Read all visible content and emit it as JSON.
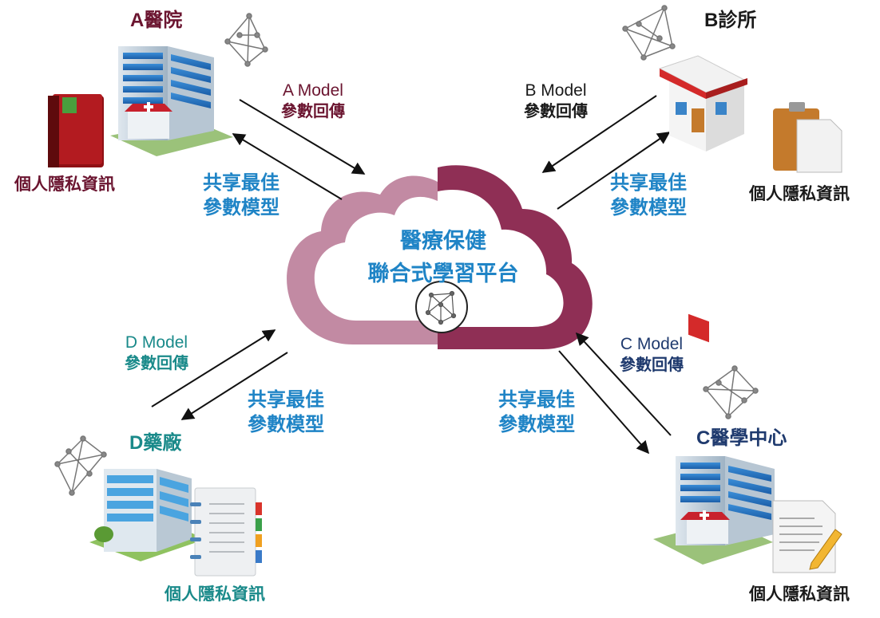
{
  "platform": {
    "line1": "醫療保健",
    "line2": "聯合式學習平台"
  },
  "sites": {
    "a": {
      "name": "A醫院",
      "privacy": "個人隱私資訊",
      "model_l1": "A Model",
      "model_l2": "參數回傳",
      "color": "#6b1530"
    },
    "b": {
      "name": "B診所",
      "privacy": "個人隱私資訊",
      "model_l1": "B Model",
      "model_l2": "參數回傳",
      "color": "#1a1a1a"
    },
    "c": {
      "name": "C醫學中心",
      "privacy": "個人隱私資訊",
      "model_l1": "C Model",
      "model_l2": "參數回傳",
      "color": "#1f3a6e"
    },
    "d": {
      "name": "D藥廠",
      "privacy": "個人隱私資訊",
      "model_l1": "D Model",
      "model_l2": "參數回傳",
      "color": "#1a8a8a"
    }
  },
  "shared": {
    "l1": "共享最佳",
    "l2": "參數模型"
  },
  "icons": {
    "network": "neural-network-icon",
    "hospital": "hospital-building-icon",
    "clinic": "clinic-icon",
    "pharma": "pharma-building-icon",
    "book": "medical-record-book-icon",
    "clipboard": "clipboard-icon",
    "notebook": "notebook-icon",
    "document": "document-pen-icon"
  },
  "colors": {
    "cloud_light": "#c28aa3",
    "cloud_dark": "#8f2f55",
    "accent_blue": "#1f84c6"
  }
}
